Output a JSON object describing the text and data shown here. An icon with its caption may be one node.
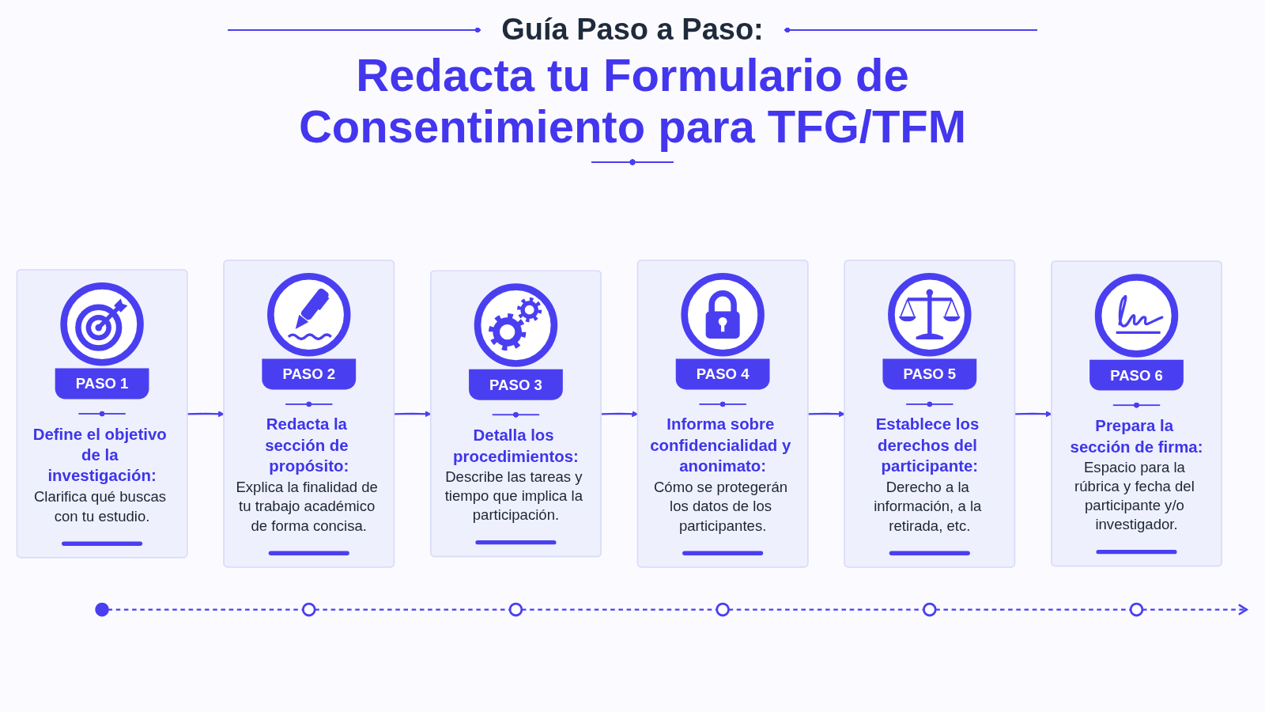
{
  "diagram": {
    "title": "Redacta tu Formulario de Consentimiento para TFG/TFM",
    "labels": [
      "Guía Paso a Paso:"
    ],
    "nodes": [
      {
        "text": [
          "PASO 1",
          "Define el objetivo de la investigación:",
          "Clarifica qué buscas con tu estudio."
        ]
      },
      {
        "text": [
          "PASO 2",
          "Redacta la sección de propósito:",
          "Explica la finalidad de tu trabajo académico de forma concisa."
        ]
      },
      {
        "text": [
          "PASO 3",
          "Detalla los procedimientos:",
          "Describe las tareas y tiempo que implica la participación."
        ]
      },
      {
        "text": [
          "PASO 4",
          "Informa sobre confidencialidad y anonimato:",
          "Cómo se protegerán los datos de los participantes."
        ]
      },
      {
        "text": [
          "PASO 5",
          "Establece los derechos del participante:",
          "Derecho a la información, a la retirada, etc."
        ]
      },
      {
        "text": [
          "PASO 6",
          "Prepara la sección de firma:",
          "Espacio para la rúbrica y fecha del participante y/o investigador."
        ]
      },
      {
        "text": [],
        "shape": "circle"
      },
      {
        "text": [],
        "shape": "circle"
      },
      {
        "text": [],
        "shape": "circle"
      },
      {
        "text": [],
        "shape": "circle"
      },
      {
        "text": [],
        "shape": "circle"
      },
      {
        "text": [],
        "shape": "circle"
      }
    ],
    "edges": [
      {
        "from": 0,
        "to": 1,
        "arrow": "to"
      },
      {
        "from": 1,
        "to": 2,
        "arrow": "to"
      },
      {
        "from": 2,
        "to": 3,
        "arrow": "to"
      },
      {
        "from": 3,
        "to": 4,
        "arrow": "to"
      },
      {
        "from": 4,
        "to": 5,
        "arrow": "to"
      },
      {
        "from": 6,
        "to": 7,
        "arrow": "none",
        "style": "dashed"
      },
      {
        "from": 7,
        "to": 8,
        "arrow": "none",
        "style": "dashed"
      },
      {
        "from": 8,
        "to": 9,
        "arrow": "none",
        "style": "dashed"
      },
      {
        "from": 9,
        "to": 10,
        "arrow": "none",
        "style": "dashed"
      },
      {
        "from": 10,
        "to": 11,
        "arrow": "none",
        "style": "dashed"
      },
      {
        "from": 11,
        "to": null,
        "arrow": "to",
        "style": "dashed"
      }
    ]
  }
}
